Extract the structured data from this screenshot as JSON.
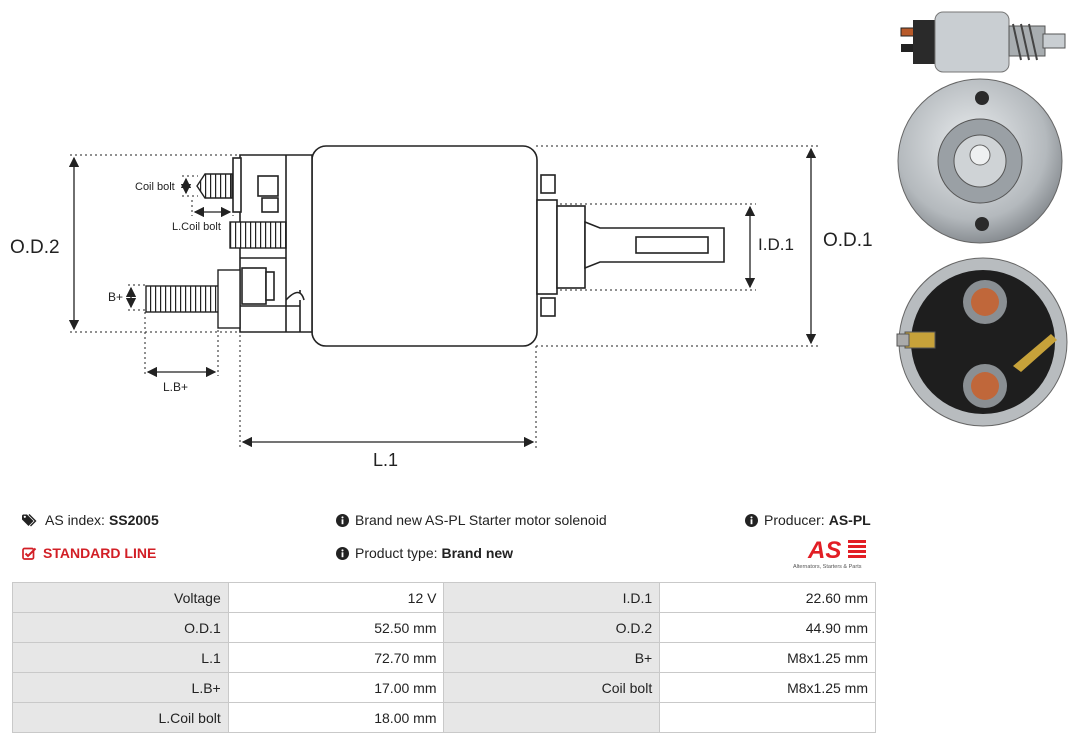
{
  "diagram": {
    "labels": {
      "od2": "O.D.2",
      "od1": "O.D.1",
      "id1": "I.D.1",
      "l1": "L.1",
      "coil_bolt": "Coil bolt",
      "l_coil_bolt": "L.Coil bolt",
      "b_plus": "B+",
      "l_b_plus": "L.B+"
    }
  },
  "info": {
    "as_index_label": "AS index:",
    "as_index_value": "SS2005",
    "description": "Brand new AS-PL Starter motor solenoid",
    "producer_label": "Producer:",
    "producer_value": "AS-PL",
    "line": "STANDARD LINE",
    "product_type_label": "Product type:",
    "product_type_value": "Brand new"
  },
  "logo": {
    "mark": "AS",
    "tagline": "Alternators, Starters & Parts",
    "color": "#e21e25"
  },
  "specs": [
    [
      {
        "label": "Voltage",
        "value": "12 V"
      },
      {
        "label": "I.D.1",
        "value": "22.60 mm"
      }
    ],
    [
      {
        "label": "O.D.1",
        "value": "52.50 mm"
      },
      {
        "label": "O.D.2",
        "value": "44.90 mm"
      }
    ],
    [
      {
        "label": "L.1",
        "value": "72.70 mm"
      },
      {
        "label": "B+",
        "value": "M8x1.25 mm"
      }
    ],
    [
      {
        "label": "L.B+",
        "value": "17.00 mm"
      },
      {
        "label": "Coil bolt",
        "value": "M8x1.25 mm"
      }
    ],
    [
      {
        "label": "L.Coil bolt",
        "value": "18.00 mm"
      },
      {
        "label": "",
        "value": ""
      }
    ]
  ],
  "colors": {
    "accent": "#d21f26",
    "label_bg": "#e7e7e7",
    "border": "#c9c9c9"
  },
  "icons": {
    "tags": "tags-icon",
    "info": "info-circle-icon",
    "check": "check-square-icon"
  }
}
